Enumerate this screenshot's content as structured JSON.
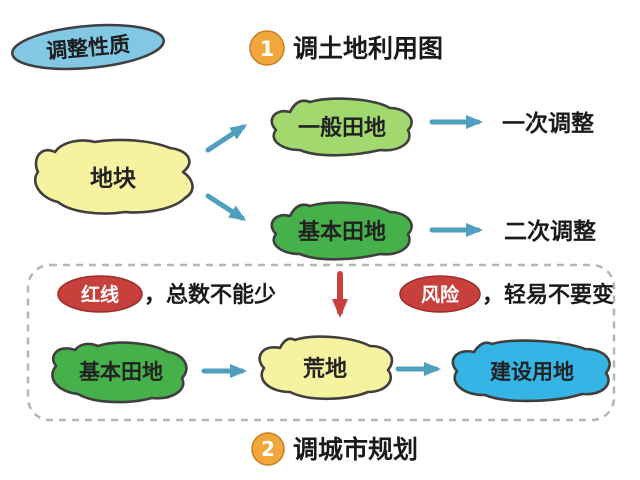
{
  "badge": {
    "label": "调整性质"
  },
  "steps": {
    "one": {
      "number": "1",
      "label": "调土地利用图"
    },
    "two": {
      "number": "2",
      "label": "调城市规划"
    }
  },
  "nodes": {
    "parcel": {
      "label": "地块"
    },
    "general_field": {
      "label": "一般田地"
    },
    "basic_field_top": {
      "label": "基本田地"
    },
    "basic_field_bottom": {
      "label": "基本田地"
    },
    "wasteland": {
      "label": "荒地"
    },
    "construction": {
      "label": "建设用地"
    }
  },
  "outcomes": {
    "first": "一次调整",
    "second": "二次调整"
  },
  "warnings": {
    "redline": {
      "badge": "红线",
      "note": "，总数不能少"
    },
    "risk": {
      "badge": "风险",
      "note": "，轻易不要变"
    }
  },
  "colors": {
    "badge_blue": "#82c8e4",
    "step_orange": "#f2a73d",
    "yellow": "#f6f2a0",
    "light_green": "#a2d96e",
    "green": "#46b14a",
    "sky_blue": "#35b5e5",
    "arrow_blue": "#4f9fbe",
    "red": "#c8403c",
    "outline": "#3f3f3f"
  }
}
